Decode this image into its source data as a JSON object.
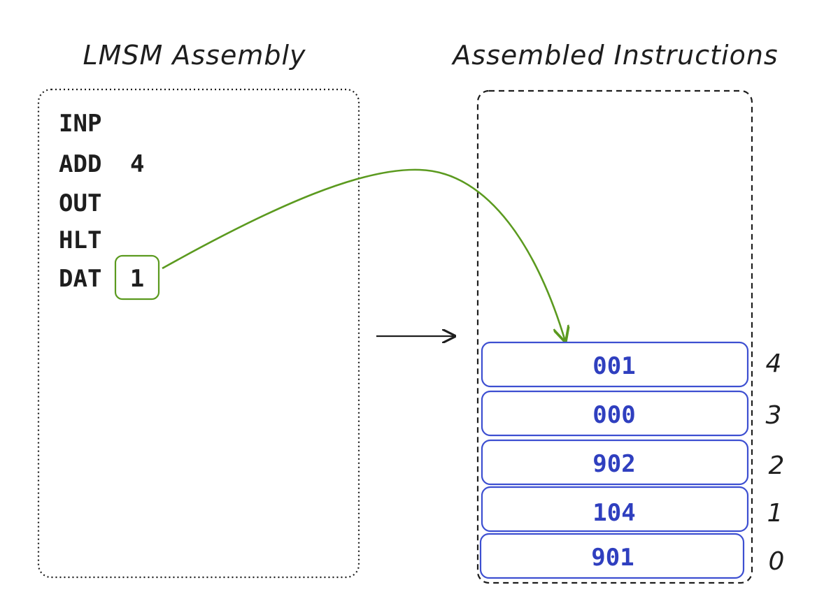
{
  "titles": {
    "left": "LMSM Assembly",
    "right": "Assembled Instructions"
  },
  "assembly": {
    "lines": [
      {
        "op": "INP",
        "operand": ""
      },
      {
        "op": "ADD",
        "operand": "4"
      },
      {
        "op": "OUT",
        "operand": ""
      },
      {
        "op": "HLT",
        "operand": ""
      },
      {
        "op": "DAT",
        "operand": "1"
      }
    ]
  },
  "memory": {
    "cells": [
      {
        "address": "4",
        "value": "001"
      },
      {
        "address": "3",
        "value": "000"
      },
      {
        "address": "2",
        "value": "902"
      },
      {
        "address": "1",
        "value": "104"
      },
      {
        "address": "0",
        "value": "901"
      }
    ]
  },
  "colors": {
    "ink": "#1e1e1e",
    "highlight": "#5b9a1f",
    "cell_stroke": "#3d4fd1",
    "cell_text": "#2f3fbf"
  }
}
